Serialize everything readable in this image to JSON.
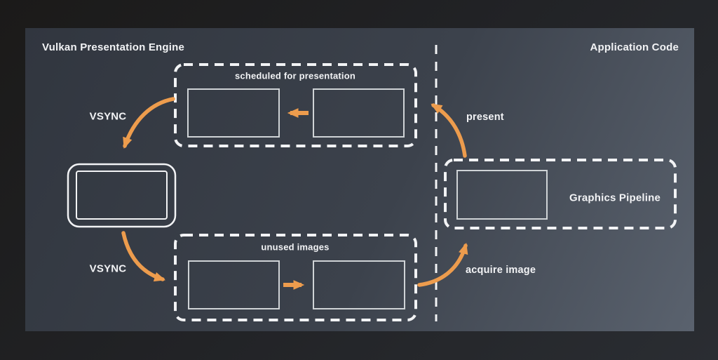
{
  "titles": {
    "left": "Vulkan Presentation Engine",
    "right": "Application Code"
  },
  "groups": {
    "scheduled": {
      "caption": "scheduled for presentation"
    },
    "unused": {
      "caption": "unused images"
    },
    "graphics_pipeline": {
      "label": "Graphics Pipeline"
    }
  },
  "arrows": {
    "vsync_top": "VSYNC",
    "vsync_bottom": "VSYNC",
    "present": "present",
    "acquire": "acquire image"
  },
  "icons": {
    "display": "display-icon (rounded monitor outline with inner screen rect)"
  },
  "colors": {
    "accent_orange": "#ED9C4D",
    "line_white": "#F2F3F5",
    "image_rect_stroke": "#CFD3D6",
    "panel_dark": "#31363F",
    "panel_light": "#5A626E",
    "frame_dark": "#1B1A19"
  }
}
